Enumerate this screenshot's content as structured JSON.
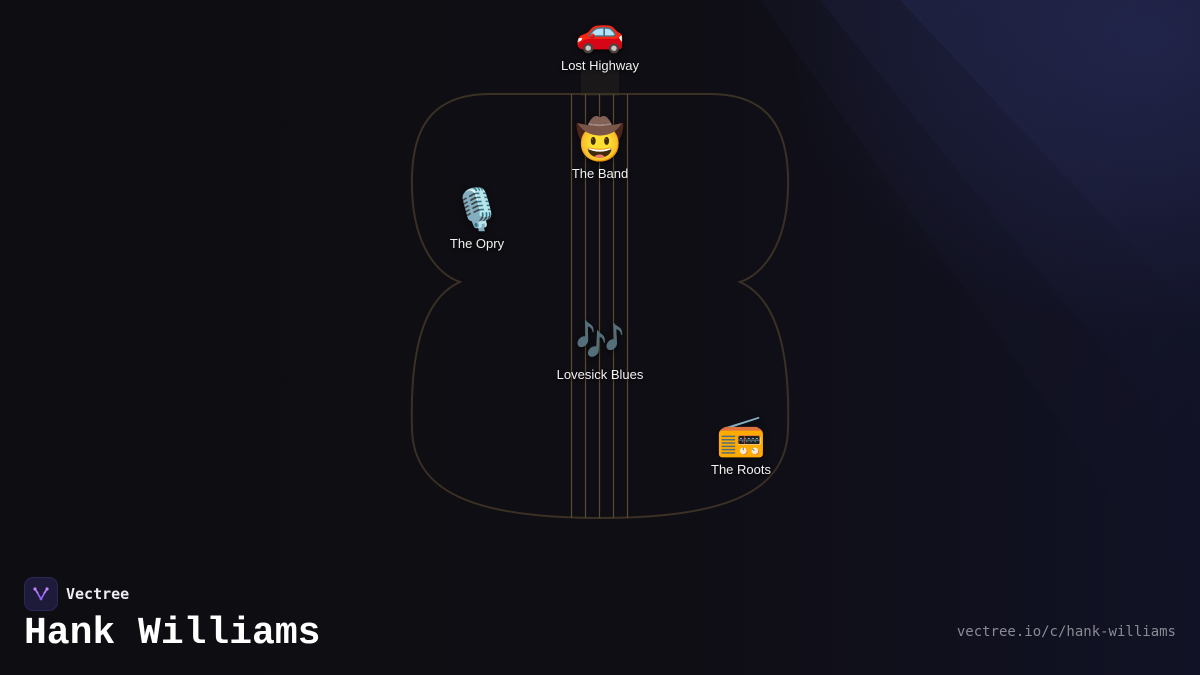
{
  "colors": {
    "background": "#0e0d12",
    "guitar_outline": "#3a3024",
    "strings": "#5a4a2e",
    "accent": "#8b5cf6",
    "url_text": "#8a8a94"
  },
  "nodes": [
    {
      "emoji": "🚗",
      "icon": "car-icon",
      "label": "Lost Highway"
    },
    {
      "emoji": "🤠",
      "icon": "cowboy-face-icon",
      "label": "The Band"
    },
    {
      "emoji": "🎙️",
      "icon": "microphone-icon",
      "label": "The Opry"
    },
    {
      "emoji": "🎶",
      "icon": "music-notes-icon",
      "label": "Lovesick Blues"
    },
    {
      "emoji": "📻",
      "icon": "radio-icon",
      "label": "The Roots"
    }
  ],
  "brand": {
    "name": "Vectree",
    "logo_icon": "vectree-logo-icon"
  },
  "page": {
    "title": "Hank Williams",
    "url": "vectree.io/c/hank-williams"
  }
}
